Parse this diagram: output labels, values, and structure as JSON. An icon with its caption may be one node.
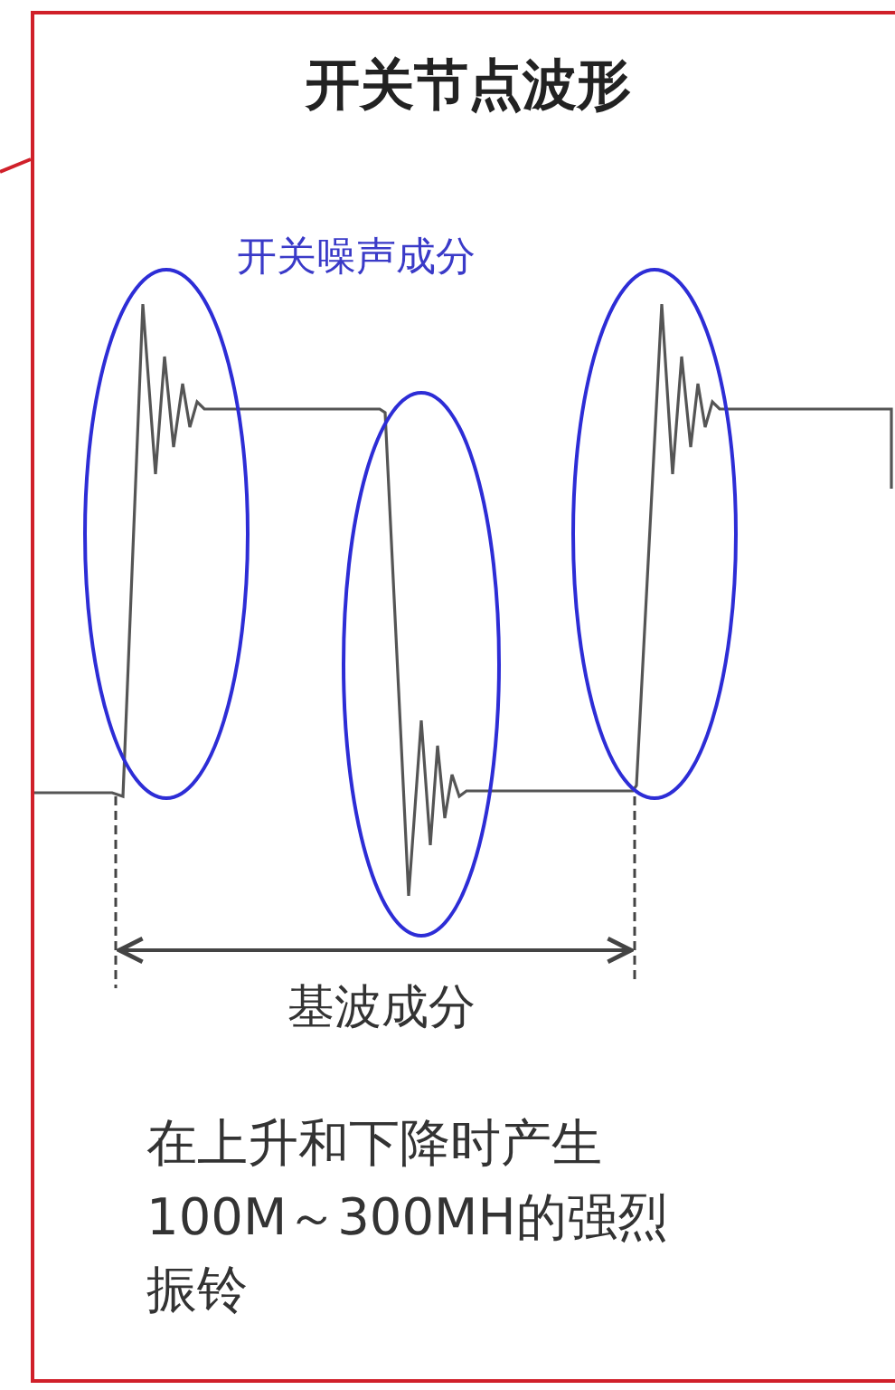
{
  "diagram": {
    "nodes": [
      {
        "text": [
          "开关节点波形",
          "开关噪声成分",
          "基波成分",
          "在上升和下降时产生100M～300MH的强烈振铃"
        ]
      }
    ]
  }
}
